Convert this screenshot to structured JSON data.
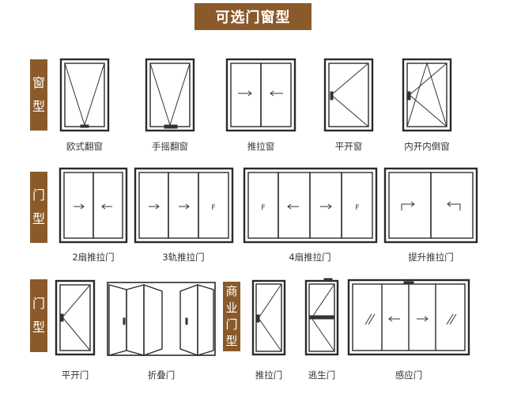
{
  "title": "可选门窗型",
  "sections": {
    "window": {
      "label_chars": [
        "窗",
        "型"
      ]
    },
    "door": {
      "label_chars": [
        "门",
        "型"
      ]
    },
    "door2": {
      "label_chars": [
        "门",
        "型"
      ]
    },
    "commercial": {
      "label_chars": [
        "商",
        "业",
        "门",
        "型"
      ]
    }
  },
  "windows": [
    {
      "label": "欧式翻窗",
      "icon": "euro-tilt-window-icon"
    },
    {
      "label": "手摇翻窗",
      "icon": "crank-tilt-window-icon"
    },
    {
      "label": "推拉窗",
      "icon": "sliding-window-icon"
    },
    {
      "label": "平开窗",
      "icon": "casement-window-icon"
    },
    {
      "label": "内开内倒窗",
      "icon": "tilt-turn-window-icon"
    }
  ],
  "doors": [
    {
      "label": "2扇推拉门",
      "icon": "two-panel-sliding-door-icon"
    },
    {
      "label": "3轨推拉门",
      "icon": "three-track-sliding-door-icon"
    },
    {
      "label": "4扇推拉门",
      "icon": "four-panel-sliding-door-icon"
    },
    {
      "label": "提升推拉门",
      "icon": "lift-sliding-door-icon"
    }
  ],
  "doors2": [
    {
      "label": "平开门",
      "icon": "swing-door-icon"
    },
    {
      "label": "折叠门",
      "icon": "folding-door-icon"
    }
  ],
  "commercial_doors": [
    {
      "label": "推拉门",
      "icon": "commercial-push-door-icon"
    },
    {
      "label": "逃生门",
      "icon": "escape-door-icon"
    },
    {
      "label": "感应门",
      "icon": "sensor-door-icon"
    }
  ]
}
